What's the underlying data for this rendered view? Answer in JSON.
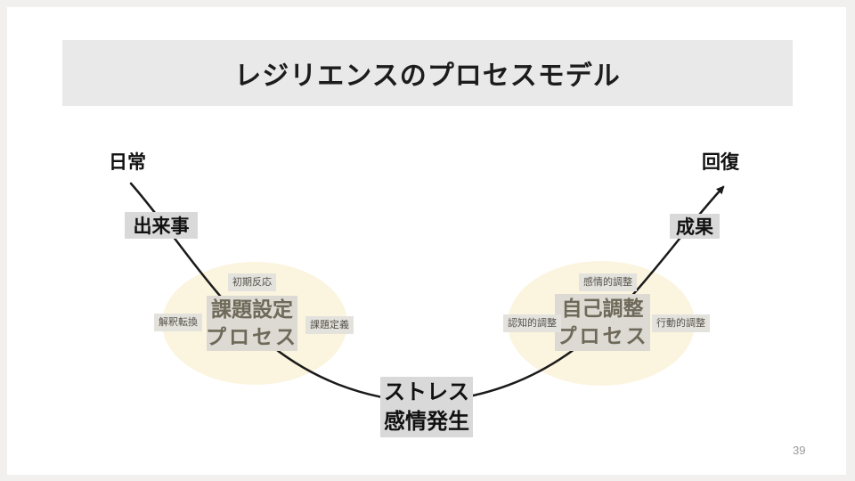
{
  "slide": {
    "title": "レジリエンスのプロセスモデル",
    "page_number": "39"
  },
  "flow": {
    "start_state": "日常",
    "event": "出来事",
    "stress_line1": "ストレス",
    "stress_line2": "感情発生",
    "outcome": "成果",
    "end_state": "回復"
  },
  "left_process": {
    "name_line1": "課題設定",
    "name_line2": "プロセス",
    "top_label": "初期反応",
    "left_label": "解釈転換",
    "right_label": "課題定義"
  },
  "right_process": {
    "name_line1": "自己調整",
    "name_line2": "プロセス",
    "top_label": "感情的調整",
    "left_label": "認知的調整",
    "right_label": "行動的調整"
  },
  "colors": {
    "frame_background": "#f1f0ee",
    "slide_background": "#ffffff",
    "title_background": "#e9e9e9",
    "ellipse_fill": "#fbf4de",
    "gray_label_background": "#d9d9d9",
    "sub_label_background": "#e4e2dd",
    "process_text": "#6e6959",
    "curve_stroke": "#1a1a1a"
  }
}
